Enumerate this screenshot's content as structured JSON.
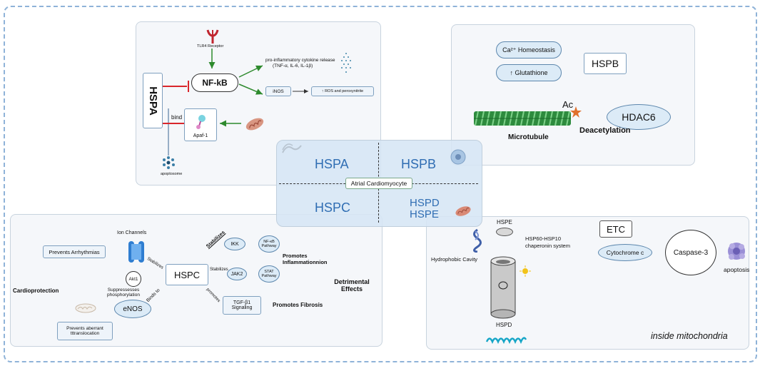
{
  "top_left": {
    "hspa": "HSPA",
    "tlr4": "TLR4 Receptor",
    "nfkb": "NF-kB",
    "cytokine_line1": "pro-inflammatory cytokine release",
    "cytokine_line2": "(TNF-α, IL-6, IL-1β)",
    "inos": "iNOS",
    "ros": "ROS and peroxynitrite",
    "bind": "bind",
    "apaf1": "Apaf-1",
    "apoptosome": "apoptosome"
  },
  "top_right": {
    "ca": "Ca²⁺ Homeostasis",
    "glutathione": "↑ Glutathione",
    "hspb": "HSPB",
    "ac": "Ac",
    "hdac6": "HDAC6",
    "microtubule": "Microtubule",
    "deacetylation": "Deacetylation"
  },
  "center": {
    "hspa": "HSPA",
    "hspb": "HSPB",
    "hspc": "HSPC",
    "hspd": "HSPD",
    "hspe": "HSPE",
    "atrial": "Atrial Cardiomyocyte"
  },
  "bottom_left": {
    "ion_channels": "Ion Channels",
    "prevents_arrhythmias": "Prevents Arrhythmias",
    "stabilizes1": "Stabilizes",
    "akt1": "Akt1",
    "suppresses_line1": "Suppressesses",
    "suppresses_line2": "phosphorylation",
    "cardioprotection": "Cardioprotection",
    "enos": "eNOS",
    "prevents_aberrant_line1": "Prevents aberrant",
    "prevents_aberrant_line2": "tttranslocation",
    "binds_to": "Binds to",
    "hspc": "HSPC",
    "stabilizes2": "Stabilizes",
    "stabilizes3": "Stabilizes",
    "promotes": "promotes",
    "ikk": "IKK",
    "jak2": "JAK2",
    "nfkb_pathway_line1": "NF-κB",
    "nfkb_pathway_line2": "Pathway",
    "stat_line1": "STAT",
    "stat_line2": "Pathway",
    "tgf_line1": "TGF-β1",
    "tgf_line2": "Signaling",
    "promotes_inflam_line1": "Promotes",
    "promotes_inflam_line2": "Inflammationnion",
    "promotes_fibrosis": "Promotes Fibrosis",
    "detrimental_line1": "Detrimental",
    "detrimental_line2": "Effects"
  },
  "bottom_right": {
    "hspe": "HSPE",
    "chaperonin_line1": "HSP60-HSP10",
    "chaperonin_line2": "chaperonin system",
    "hydrophobic": "Hydrophobic Cavity",
    "hspd": "HSPD",
    "etc": "ETC",
    "cytochrome": "Cytochrome c",
    "caspase": "Caspase-3",
    "apoptosis": "apoptosis",
    "inside": "inside mitochondria"
  },
  "colors": {
    "border_dashed": "#8fb3d8",
    "panel_bg": "#f5f7fa",
    "hsp_label": "#2f6db3",
    "inhibit": "#d9262b",
    "activate": "#2d8a2d",
    "arrow": "#333333"
  }
}
